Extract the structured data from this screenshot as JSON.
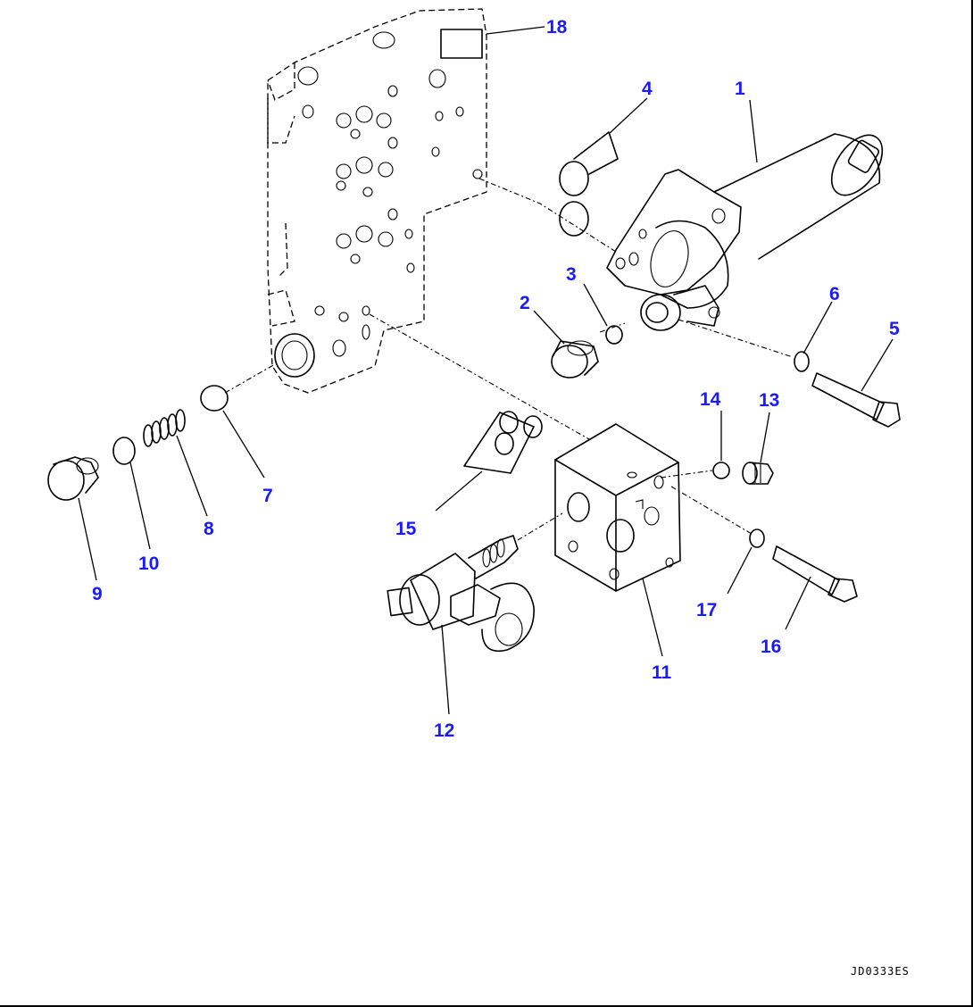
{
  "callouts": [
    {
      "label": "1"
    },
    {
      "label": "2"
    },
    {
      "label": "3"
    },
    {
      "label": "4"
    },
    {
      "label": "5"
    },
    {
      "label": "6"
    },
    {
      "label": "7"
    },
    {
      "label": "8"
    },
    {
      "label": "9"
    },
    {
      "label": "10"
    },
    {
      "label": "11"
    },
    {
      "label": "12"
    },
    {
      "label": "13"
    },
    {
      "label": "14"
    },
    {
      "label": "15"
    },
    {
      "label": "16"
    },
    {
      "label": "17"
    },
    {
      "label": "18"
    }
  ],
  "drawing_code": "JD0333ES",
  "colors": {
    "callout": "#1a1aff",
    "line": "#000000",
    "background": "#ffffff"
  }
}
